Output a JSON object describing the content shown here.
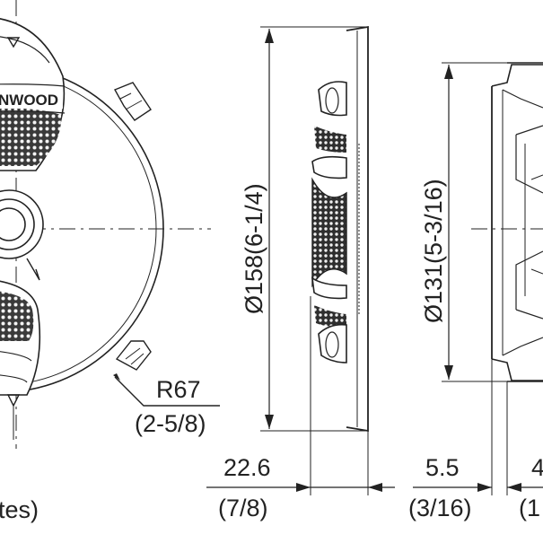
{
  "brand": {
    "logo_text": "NWOOD"
  },
  "front_view": {
    "radius_label": "R67",
    "radius_label_inch": "(2-5/8)",
    "partial_caption": "tes)"
  },
  "side_view": {
    "diameter_label": "Ø158(6-1/4)",
    "depth_label": "22.6",
    "depth_label_inch": "(7/8)"
  },
  "rear_view": {
    "diameter_label": "Ø131(5-3/16)",
    "offset_label": "5.5",
    "offset_label_inch": "(3/16)",
    "cut_label": "4",
    "cut_label_inch": "(1"
  }
}
